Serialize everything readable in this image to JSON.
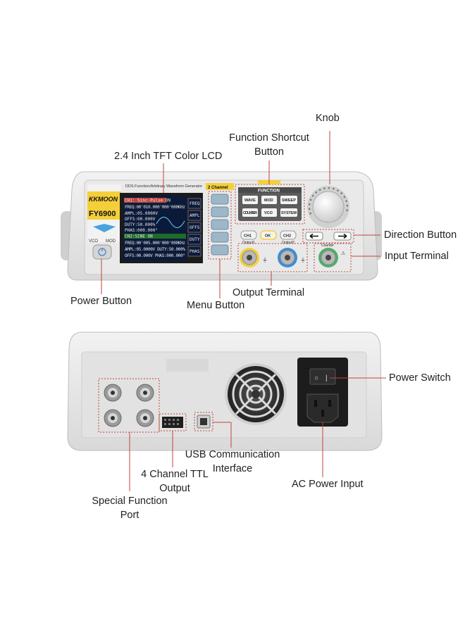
{
  "front_panel": {
    "brand": "KKMOON",
    "model": "FY6900",
    "subtitle": "DDS Function/Arbitrary Waveform Generator",
    "channel_badge": "2 Channel",
    "function_header": "FUNCTION",
    "function_buttons": [
      "WAVE",
      "MOD",
      "SWEEP",
      "COUNTER",
      "VCO",
      "SYSTEM"
    ],
    "channel_buttons": [
      "CH1",
      "OK",
      "CH2"
    ],
    "output_labels": [
      "Output1",
      "Output2"
    ],
    "counter_label": "Counter",
    "left_labels": [
      "VCO",
      "MOD"
    ],
    "menu_labels": [
      "FREQ",
      "AMPL",
      "OFFS",
      "DUTY",
      "PHAS"
    ],
    "lcd_lines": [
      "CH1: Sinc-Pulse  ON",
      "FREQ:00'010.000'000'000KHz",
      "AMPL:05.0000V",
      "OFFS:00.000V",
      "DUTY:50.000%",
      "PHAS:000.000°",
      "CH2:SINE        ON",
      "FREQ:00'005.000'000'000KHz",
      "AMPL:05.0000V DUTY:50.000%",
      "OFFS:00.000V PHAS:000.000°"
    ]
  },
  "callouts": {
    "knob": "Knob",
    "function_shortcut": [
      "Function Shortcut",
      "Button"
    ],
    "lcd": "2.4 Inch TFT Color LCD",
    "direction_button": "Direction Button",
    "input_terminal": "Input Terminal",
    "output_terminal": "Output Terminal",
    "power_button": "Power Button",
    "menu_button": "Menu Button",
    "power_switch": "Power Switch",
    "usb_interface": [
      "USB Communication",
      "Interface"
    ],
    "ttl_output": [
      "4 Channel TTL",
      "Output"
    ],
    "ac_power_input": "AC Power Input",
    "special_function_port": [
      "Special Function",
      "Port"
    ]
  },
  "colors": {
    "callout_line": "#c0463a",
    "device_body": "#e4e4e4",
    "lcd_bg": "#0c1a3a",
    "yellow_accent": "#f4cf3a"
  }
}
